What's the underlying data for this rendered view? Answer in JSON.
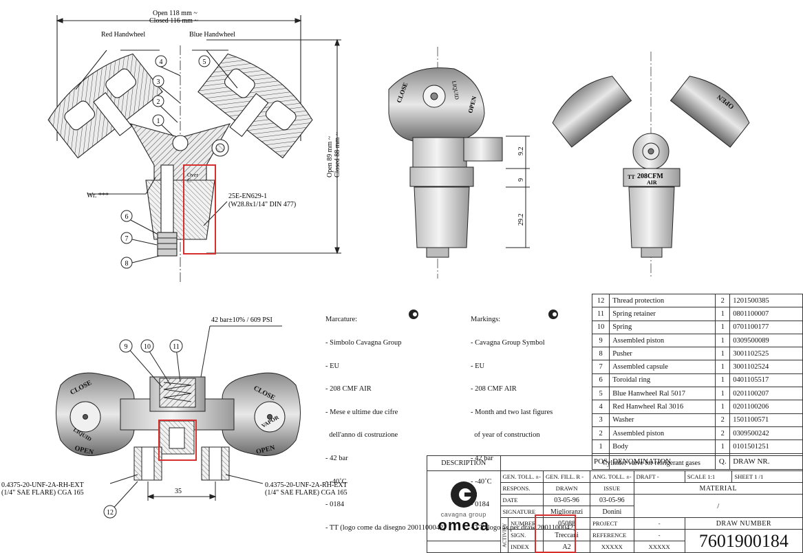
{
  "front": {
    "dim_open": "Open 118 mm ~",
    "dim_closed": "Closed 116 mm ~",
    "red_handwheel": "Red Handwheel",
    "blue_handwheel": "Blue Handwheel",
    "wr": "Wr. ***",
    "thread_line1": "25E-EN629-1",
    "thread_line2": "(W28.8x1/14\" DIN 477)",
    "height_open": "Open 89 mm ~",
    "height_closed": "Closed 88 mm ~",
    "body_mark": "Over\nC",
    "callouts": [
      "1",
      "2",
      "3",
      "4",
      "5",
      "6",
      "7",
      "8"
    ]
  },
  "side": {
    "dims": [
      "9.2",
      "9",
      "29.2"
    ],
    "wheel_close": "CLOSE",
    "wheel_liquid": "LIQUID",
    "wheel_open": "OPEN"
  },
  "rear": {
    "wheel_text": "OPEN",
    "symbol": "TT",
    "cfm": "208CFM",
    "air": "AIR"
  },
  "bottom": {
    "pressure": "42 bar±10% / 609 PSI",
    "callouts": [
      "9",
      "10",
      "11",
      "12"
    ],
    "left_close": "CLOSE",
    "left_open": "OPEN",
    "left_medium": "LIQUID",
    "right_close": "CLOSE",
    "right_open": "OPEN",
    "right_medium": "VAPOR",
    "thread_left1": "0.4375-20-UNF-2A-RH-EXT",
    "thread_left2": "(1/4\" SAE FLARE) CGA 165",
    "thread_right1": "0.4375-20-UNF-2A-RH-EXT",
    "thread_right2": "(1/4\" SAE FLARE) CGA 165",
    "dim_35": "35"
  },
  "marcature": [
    "Marcature:",
    "- Simbolo Cavagna Group",
    "- EU",
    "- 208 CMF AIR",
    "- Mese e ultime due cifre",
    "  dell'anno di costruzione",
    "- 42 bar",
    "- -40˚C",
    "- 0184",
    "- TT (logo come da disegno 2001100042)"
  ],
  "markings": [
    "Markings:",
    "- Cavagna Group Symbol",
    "- EU",
    "- 208 CMF AIR",
    "- Month and two last figures",
    "  of year of construction",
    "- 42 bar",
    "- -40˚C",
    "- 0184",
    "- TT (logo as per draw 2001100042)"
  ],
  "bom": {
    "rows": [
      {
        "pos": "12",
        "desc": "Thread protection",
        "qty": "2",
        "nr": "1201500385"
      },
      {
        "pos": "11",
        "desc": "Spring retainer",
        "qty": "1",
        "nr": "0801100007"
      },
      {
        "pos": "10",
        "desc": "Spring",
        "qty": "1",
        "nr": "0701100177"
      },
      {
        "pos": "9",
        "desc": "Assembled piston",
        "qty": "1",
        "nr": "0309500089"
      },
      {
        "pos": "8",
        "desc": "Pusher",
        "qty": "1",
        "nr": "3001102525"
      },
      {
        "pos": "7",
        "desc": "Assembled capsule",
        "qty": "1",
        "nr": "3001102524"
      },
      {
        "pos": "6",
        "desc": "Toroidal ring",
        "qty": "1",
        "nr": "0401105517"
      },
      {
        "pos": "5",
        "desc": "Blue Hanwheel Ral 5017",
        "qty": "1",
        "nr": "0201100207"
      },
      {
        "pos": "4",
        "desc": "Red Hanwheel Ral 3016",
        "qty": "1",
        "nr": "0201100206"
      },
      {
        "pos": "3",
        "desc": "Washer",
        "qty": "2",
        "nr": "1501100571"
      },
      {
        "pos": "2",
        "desc": "Assembled piston",
        "qty": "2",
        "nr": "0309500242"
      },
      {
        "pos": "1",
        "desc": "Body",
        "qty": "1",
        "nr": "0101501251"
      }
    ],
    "head": {
      "pos": "POS",
      "desc": "DENOMINATION",
      "qty": "Q.",
      "nr": "DRAW NR."
    }
  },
  "titleblock": {
    "description_label": "DESCRIPTION",
    "description": "Cylinder valve for refrigerant gases",
    "gen_toll": "GEN. TOLL. ±-",
    "gen_fill": "GEN. FILL. R -",
    "ang_toll": "ANG. TOLL. ±-",
    "draft": "DRAFT -",
    "scale": "SCALE 1:1",
    "sheet": "SHEET 1 /1",
    "respons": "RESPONS.",
    "drawn": "DRAWN",
    "issue": "ISSUE",
    "material_label": "MATERIAL",
    "date_label": "DATE",
    "date_drawn": "03-05-96",
    "date_issue": "03-05-96",
    "material": "/",
    "signature_label": "SIGNATURE",
    "sig_drawn": "Miglioranzi",
    "sig_issue": "Donini",
    "activity": "ACTIVITY",
    "number_label": "NUMBER",
    "number": "05088",
    "project_label": "PROJECT",
    "project": "-",
    "draw_number_label": "DRAW NUMBER",
    "sign_label": "SIGN.",
    "sign": "Treccani",
    "reference_label": "REFERENCE",
    "reference": "-",
    "index_label": "INDEX",
    "index": "A2",
    "xxx1": "XXXXX",
    "xxx2": "XXXXX",
    "draw_number": "7601900184",
    "brand_small": "cavagna group",
    "brand": "omeca"
  },
  "colors": {
    "highlight": "#d62d2d",
    "line": "#222222",
    "hatch": "#555555",
    "fill": "#dcdcdc",
    "dark": "#3a3a3a"
  }
}
